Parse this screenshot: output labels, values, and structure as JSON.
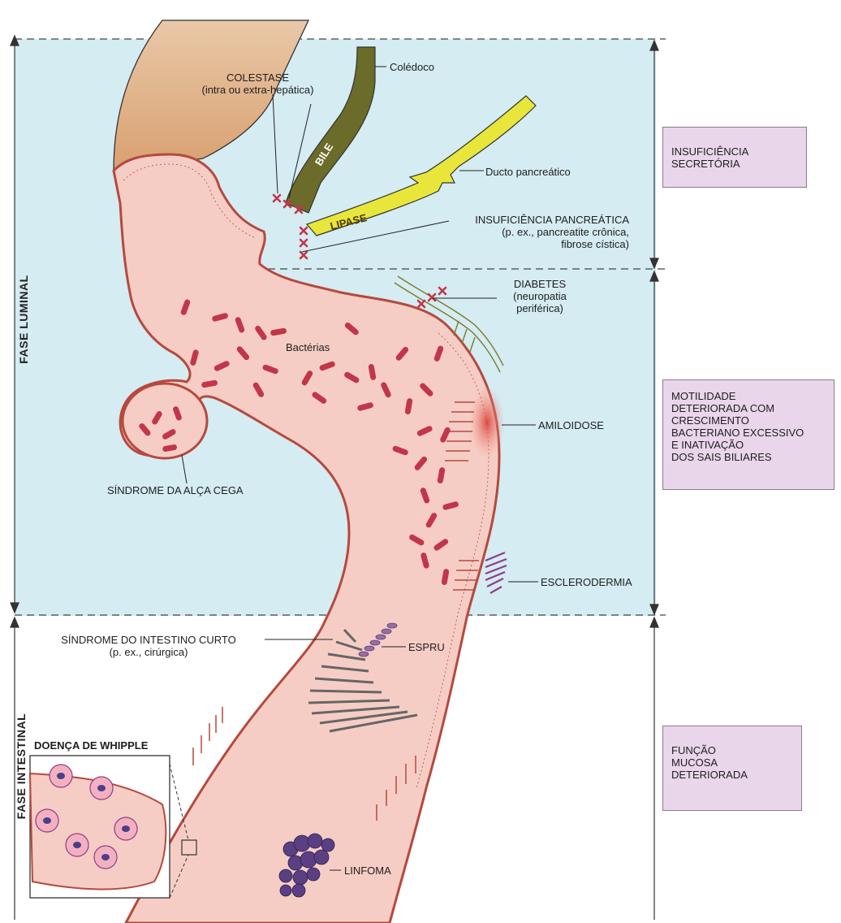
{
  "labels": {
    "coledoco": "Colédoco",
    "colestase": "COLESTASE\n(intra ou extra-hepática)",
    "ducto_pancreatico": "Ducto pancreático",
    "bile": "BILE",
    "lipase": "LIPASE",
    "insuf_pancreatica": "INSUFICIÊNCIA PANCREÁTICA\n(p. ex., pancreatite crônica,\nfibrose cística)",
    "diabetes": "DIABETES\n(neuropatia\nperiférica)",
    "bacterias": "Bactérias",
    "amiloidose": "AMILOIDOSE",
    "alca_cega": "SÍNDROME DA ALÇA CEGA",
    "esclerodermia": "ESCLERODERMIA",
    "intestino_curto": "SÍNDROME DO INTESTINO CURTO\n(p. ex., cirúrgica)",
    "whipple": "DOENÇA DE WHIPPLE",
    "espru": "ESPRU",
    "linfoma": "LINFOMA"
  },
  "boxes": {
    "secretoria": "INSUFICIÊNCIA\nSECRETÓRIA",
    "motilidade": "MOTILIDADE\nDETERIORADA COM\nCRESCIMENTO\nBACTERIANO EXCESSIVO\nE INATIVAÇÃO\nDOS SAIS BILIARES",
    "mucosa": "FUNÇÃO\nMUCOSA\nDETERIORADA"
  },
  "phases": {
    "luminal": "FASE LUMINAL",
    "intestinal": "FASE INTESTINAL"
  },
  "colors": {
    "luminal_bg": "#d4ecf2",
    "box_bg": "#e9d6ea",
    "intestine": "#f6cdc4",
    "intestine_wall": "#b5493f",
    "bacteria": "#c2364a",
    "bile_duct": "#6b6b2a",
    "pancreatic_duct": "#e8e63a",
    "lymphoma": "#5a3f83",
    "scleroderma": "#8e3d8c",
    "amyloid": "#e06a5e"
  }
}
